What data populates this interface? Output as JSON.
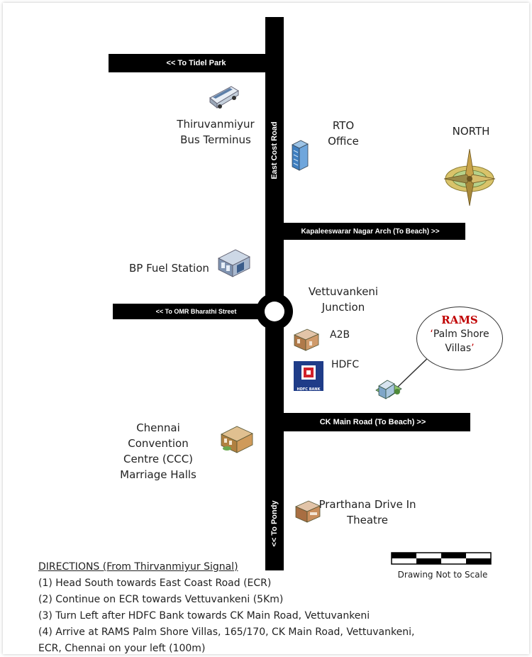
{
  "roads": {
    "tidel_park": "<< To Tidel Park",
    "east_coast_road": "East Cost Road",
    "kapaleeswarar": "Kapaleeswarar Nagar Arch (To Beach) >>",
    "to_omr": "<< To OMR  Bharathi Street",
    "ck_main": "CK Main Road (To Beach) >>",
    "to_pondy": "<< To Pondy"
  },
  "places": {
    "bus_terminus": [
      "Thiruvanmiyur",
      "Bus Terminus"
    ],
    "rto": [
      "RTO",
      "Office"
    ],
    "north": "NORTH",
    "bp_fuel": "BP Fuel Station",
    "vettuvankeni": [
      "Vettuvankeni",
      "Junction"
    ],
    "a2b": "A2B",
    "hdfc": "HDFC",
    "hdfc_logo_text": "HDFC BANK",
    "rams_brand": "RAMS",
    "rams_name": [
      "Palm Shore",
      "Villas"
    ],
    "ccc": [
      "Chennai Convention",
      "Centre (CCC)",
      "Marriage Halls"
    ],
    "prarthana": [
      "Prarthana Drive In",
      "Theatre"
    ]
  },
  "scale_note": "Drawing Not to Scale",
  "directions": {
    "title": "DIRECTIONS (From Thirvanmiyur Signal)",
    "steps": [
      "(1) Head South towards East Coast Road (ECR)",
      "(2) Continue on ECR towards Vettuvankeni (5Km)",
      "(3) Turn Left after HDFC Bank towards CK Main Road, Vettuvankeni",
      "(4) Arrive at RAMS Palm Shore Villas, 165/170, CK Main Road, Vettuvankeni,",
      "ECR, Chennai on your left (100m)"
    ]
  },
  "colors": {
    "road": "#000000",
    "rams_red": "#c00000",
    "hdfc_blue": "#1f3c88",
    "compass_gold": "#c8a24a"
  }
}
